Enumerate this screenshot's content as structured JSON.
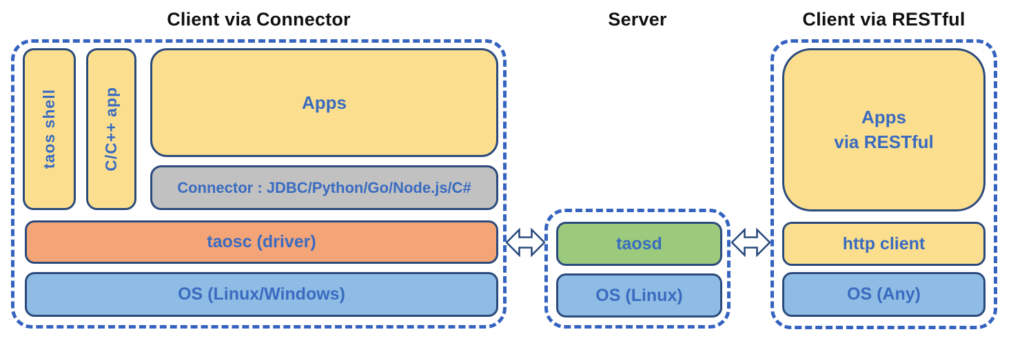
{
  "diagram_title_implied": "",
  "sections": {
    "client_connector": {
      "title": "Client via Connector",
      "taos_shell": "taos shell",
      "cpp_app": "C/C++ app",
      "apps": "Apps",
      "connector": "Connector : JDBC/Python/Go/Node.js/C#",
      "taosc": "taosc (driver)",
      "os": "OS (Linux/Windows)"
    },
    "server": {
      "title": "Server",
      "taosd": "taosd",
      "os": "OS (Linux)"
    },
    "client_restful": {
      "title": "Client via RESTful",
      "apps": "Apps\nvia RESTful",
      "http_client": "http client",
      "os": "OS (Any)"
    }
  },
  "icons": {
    "left_arrow": "double-headed-arrow",
    "right_arrow": "double-headed-arrow"
  },
  "colors": {
    "box_yellow": "#FBDF8E",
    "box_orange": "#F4A577",
    "box_blue": "#8FBCE4",
    "box_green": "#9BCA7D",
    "box_gray": "#C1C1C1",
    "box_border_navy": "#2A4A7C",
    "dashed_border_blue": "#3563C0",
    "label_text_blue": "#3A6BC0",
    "title_text_black": "#111111",
    "arrow_fill_white": "#FFFFFF"
  }
}
